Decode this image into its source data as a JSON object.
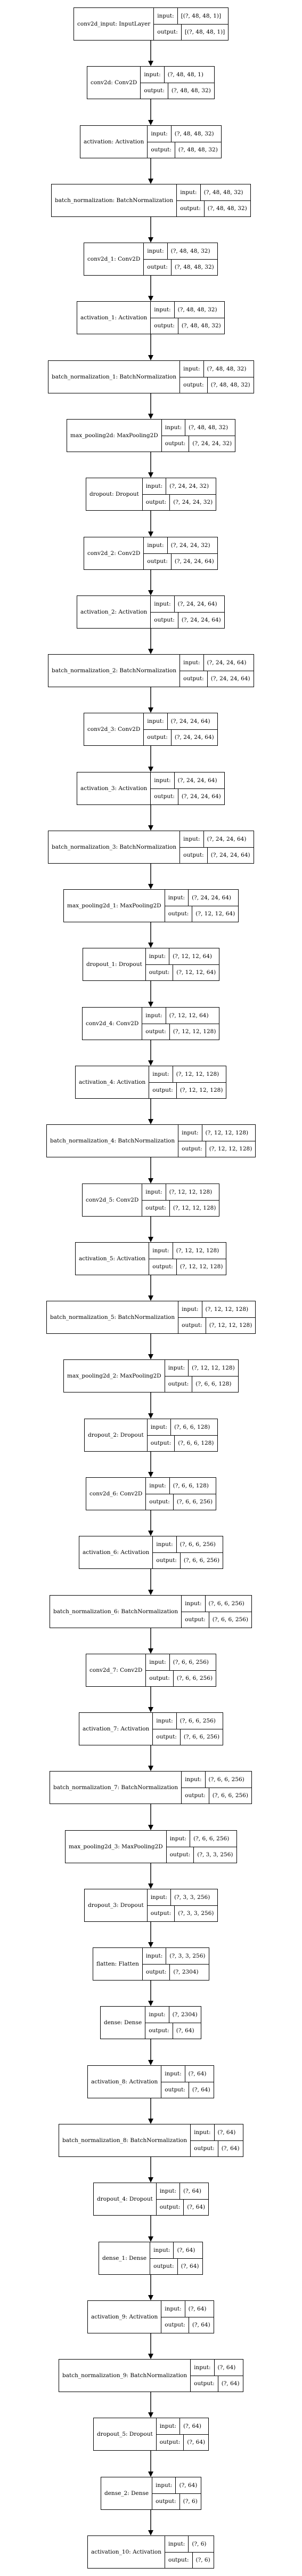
{
  "io_labels": {
    "input": "input:",
    "output": "output:"
  },
  "layers": [
    {
      "name": "conv2d_input: InputLayer",
      "input": "[(?, 48, 48, 1)]",
      "output": "[(?, 48, 48, 1)]"
    },
    {
      "name": "conv2d: Conv2D",
      "input": "(?, 48, 48, 1)",
      "output": "(?, 48, 48, 32)"
    },
    {
      "name": "activation: Activation",
      "input": "(?, 48, 48, 32)",
      "output": "(?, 48, 48, 32)"
    },
    {
      "name": "batch_normalization: BatchNormalization",
      "input": "(?, 48, 48, 32)",
      "output": "(?, 48, 48, 32)"
    },
    {
      "name": "conv2d_1: Conv2D",
      "input": "(?, 48, 48, 32)",
      "output": "(?, 48, 48, 32)"
    },
    {
      "name": "activation_1: Activation",
      "input": "(?, 48, 48, 32)",
      "output": "(?, 48, 48, 32)"
    },
    {
      "name": "batch_normalization_1: BatchNormalization",
      "input": "(?, 48, 48, 32)",
      "output": "(?, 48, 48, 32)"
    },
    {
      "name": "max_pooling2d: MaxPooling2D",
      "input": "(?, 48, 48, 32)",
      "output": "(?, 24, 24, 32)"
    },
    {
      "name": "dropout: Dropout",
      "input": "(?, 24, 24, 32)",
      "output": "(?, 24, 24, 32)"
    },
    {
      "name": "conv2d_2: Conv2D",
      "input": "(?, 24, 24, 32)",
      "output": "(?, 24, 24, 64)"
    },
    {
      "name": "activation_2: Activation",
      "input": "(?, 24, 24, 64)",
      "output": "(?, 24, 24, 64)"
    },
    {
      "name": "batch_normalization_2: BatchNormalization",
      "input": "(?, 24, 24, 64)",
      "output": "(?, 24, 24, 64)"
    },
    {
      "name": "conv2d_3: Conv2D",
      "input": "(?, 24, 24, 64)",
      "output": "(?, 24, 24, 64)"
    },
    {
      "name": "activation_3: Activation",
      "input": "(?, 24, 24, 64)",
      "output": "(?, 24, 24, 64)"
    },
    {
      "name": "batch_normalization_3: BatchNormalization",
      "input": "(?, 24, 24, 64)",
      "output": "(?, 24, 24, 64)"
    },
    {
      "name": "max_pooling2d_1: MaxPooling2D",
      "input": "(?, 24, 24, 64)",
      "output": "(?, 12, 12, 64)"
    },
    {
      "name": "dropout_1: Dropout",
      "input": "(?, 12, 12, 64)",
      "output": "(?, 12, 12, 64)"
    },
    {
      "name": "conv2d_4: Conv2D",
      "input": "(?, 12, 12, 64)",
      "output": "(?, 12, 12, 128)"
    },
    {
      "name": "activation_4: Activation",
      "input": "(?, 12, 12, 128)",
      "output": "(?, 12, 12, 128)"
    },
    {
      "name": "batch_normalization_4: BatchNormalization",
      "input": "(?, 12, 12, 128)",
      "output": "(?, 12, 12, 128)"
    },
    {
      "name": "conv2d_5: Conv2D",
      "input": "(?, 12, 12, 128)",
      "output": "(?, 12, 12, 128)"
    },
    {
      "name": "activation_5: Activation",
      "input": "(?, 12, 12, 128)",
      "output": "(?, 12, 12, 128)"
    },
    {
      "name": "batch_normalization_5: BatchNormalization",
      "input": "(?, 12, 12, 128)",
      "output": "(?, 12, 12, 128)"
    },
    {
      "name": "max_pooling2d_2: MaxPooling2D",
      "input": "(?, 12, 12, 128)",
      "output": "(?, 6, 6, 128)"
    },
    {
      "name": "dropout_2: Dropout",
      "input": "(?, 6, 6, 128)",
      "output": "(?, 6, 6, 128)"
    },
    {
      "name": "conv2d_6: Conv2D",
      "input": "(?, 6, 6, 128)",
      "output": "(?, 6, 6, 256)"
    },
    {
      "name": "activation_6: Activation",
      "input": "(?, 6, 6, 256)",
      "output": "(?, 6, 6, 256)"
    },
    {
      "name": "batch_normalization_6: BatchNormalization",
      "input": "(?, 6, 6, 256)",
      "output": "(?, 6, 6, 256)"
    },
    {
      "name": "conv2d_7: Conv2D",
      "input": "(?, 6, 6, 256)",
      "output": "(?, 6, 6, 256)"
    },
    {
      "name": "activation_7: Activation",
      "input": "(?, 6, 6, 256)",
      "output": "(?, 6, 6, 256)"
    },
    {
      "name": "batch_normalization_7: BatchNormalization",
      "input": "(?, 6, 6, 256)",
      "output": "(?, 6, 6, 256)"
    },
    {
      "name": "max_pooling2d_3: MaxPooling2D",
      "input": "(?, 6, 6, 256)",
      "output": "(?, 3, 3, 256)"
    },
    {
      "name": "dropout_3: Dropout",
      "input": "(?, 3, 3, 256)",
      "output": "(?, 3, 3, 256)"
    },
    {
      "name": "flatten: Flatten",
      "input": "(?, 3, 3, 256)",
      "output": "(?, 2304)"
    },
    {
      "name": "dense: Dense",
      "input": "(?, 2304)",
      "output": "(?, 64)"
    },
    {
      "name": "activation_8: Activation",
      "input": "(?, 64)",
      "output": "(?, 64)"
    },
    {
      "name": "batch_normalization_8: BatchNormalization",
      "input": "(?, 64)",
      "output": "(?, 64)"
    },
    {
      "name": "dropout_4: Dropout",
      "input": "(?, 64)",
      "output": "(?, 64)"
    },
    {
      "name": "dense_1: Dense",
      "input": "(?, 64)",
      "output": "(?, 64)"
    },
    {
      "name": "activation_9: Activation",
      "input": "(?, 64)",
      "output": "(?, 64)"
    },
    {
      "name": "batch_normalization_9: BatchNormalization",
      "input": "(?, 64)",
      "output": "(?, 64)"
    },
    {
      "name": "dropout_5: Dropout",
      "input": "(?, 64)",
      "output": "(?, 64)"
    },
    {
      "name": "dense_2: Dense",
      "input": "(?, 64)",
      "output": "(?, 6)"
    },
    {
      "name": "activation_10: Activation",
      "input": "(?, 6)",
      "output": "(?, 6)"
    }
  ]
}
